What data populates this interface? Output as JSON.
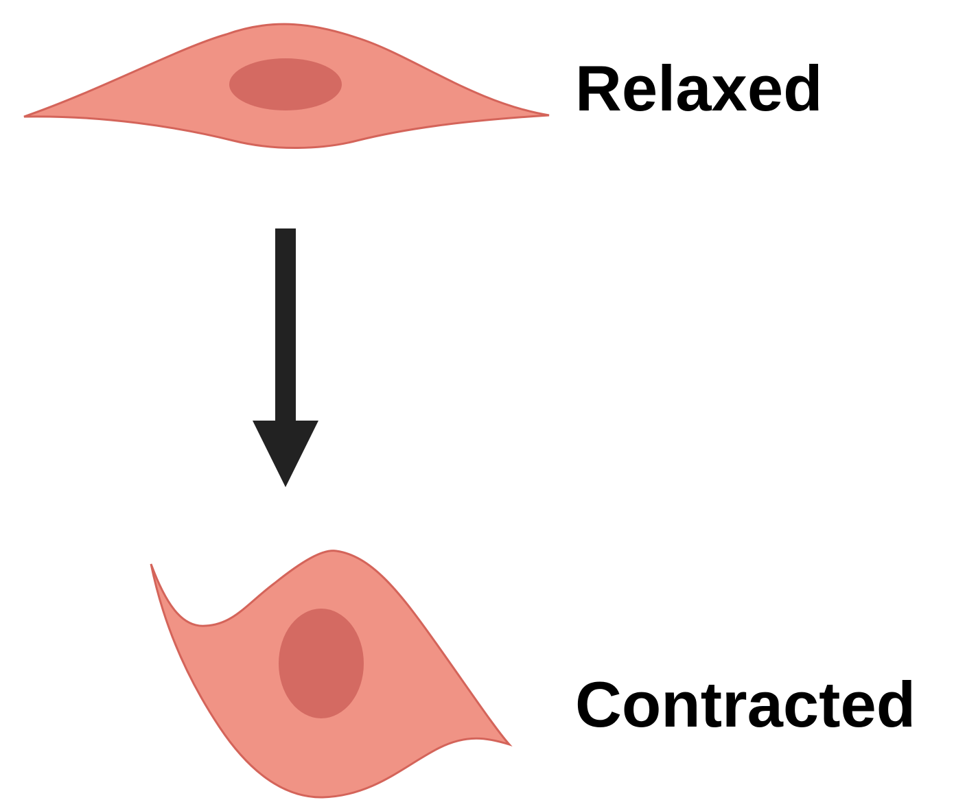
{
  "labels": {
    "relaxed": "Relaxed",
    "contracted": "Contracted"
  },
  "colors": {
    "cell_fill": "#f09385",
    "cell_stroke": "#d4645a",
    "nucleus_fill": "#d46a62",
    "arrow": "#222222",
    "text": "#000000"
  },
  "states": [
    {
      "name": "relaxed",
      "shape": "spindle"
    },
    {
      "name": "contracted",
      "shape": "rhomboid"
    }
  ],
  "arrow": {
    "direction": "down"
  }
}
